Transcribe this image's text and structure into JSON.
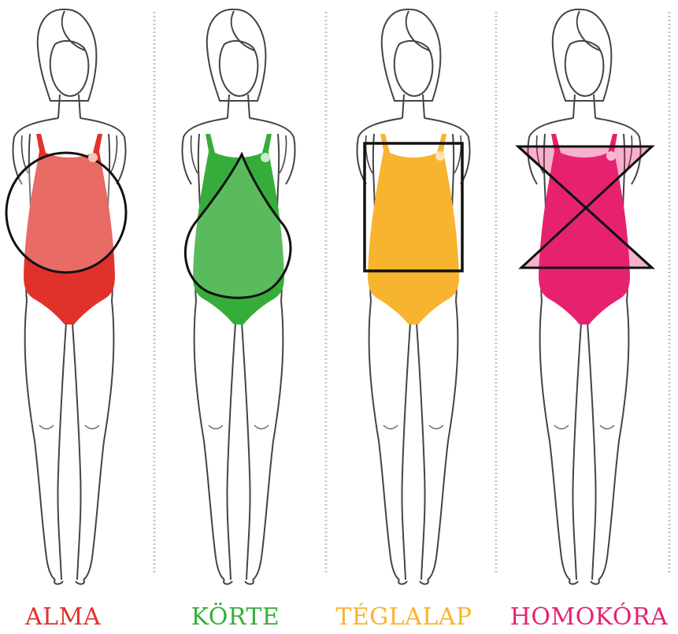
{
  "figures": [
    {
      "id": "alma",
      "label": "ALMA",
      "color": "#e0322b",
      "shape": "circle"
    },
    {
      "id": "korte",
      "label": "KÖRTE",
      "color": "#36ad3a",
      "shape": "pear"
    },
    {
      "id": "teglalap",
      "label": "TÉGLALAP",
      "color": "#f7b42f",
      "shape": "rectangle"
    },
    {
      "id": "homokora",
      "label": "HOMOKÓRA",
      "color": "#e6226f",
      "shape": "hourglass"
    }
  ],
  "colors": {
    "outline": "#444444",
    "shape_stroke": "#111111",
    "divider": "#c8c8c8",
    "background": "#ffffff"
  }
}
